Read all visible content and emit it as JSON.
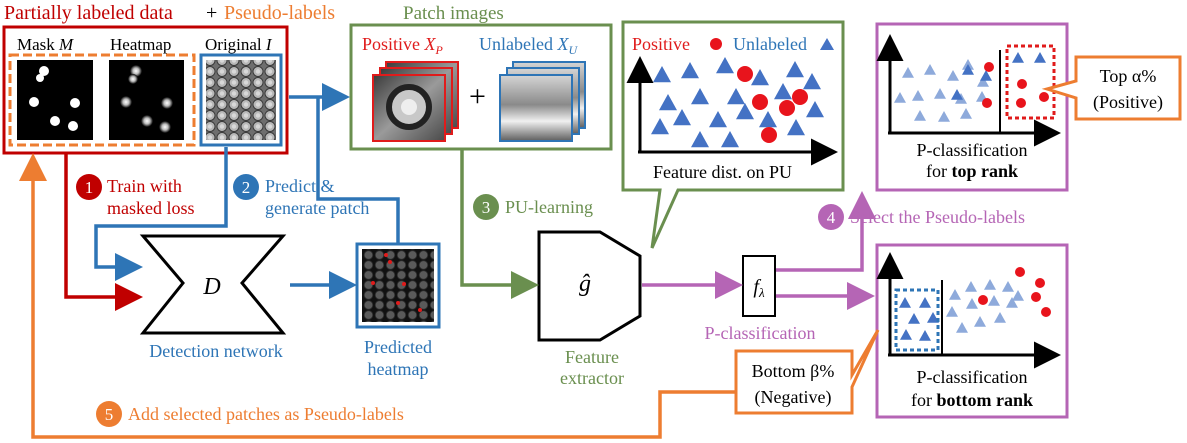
{
  "colors": {
    "red": "#c00000",
    "orange": "#ed7d31",
    "green": "#6a8f4f",
    "blue": "#2e75b6",
    "purple": "#b565b5",
    "tri_blue": "#4472c4",
    "tri_light": "#8eaadb",
    "dot_red": "#e8141c"
  },
  "header": {
    "partial_data": "Partially labeled data",
    "plus": "+",
    "pseudo_labels": "Pseudo-labels"
  },
  "inputs": {
    "mask_label": "Mask",
    "mask_sym": "M",
    "heatmap_label": "Heatmap",
    "original_label": "Original",
    "original_sym": "I"
  },
  "patches": {
    "title": "Patch images",
    "positive_label": "Positive",
    "positive_sym": "X",
    "positive_sub": "P",
    "unlabeled_label": "Unlabeled",
    "unlabeled_sym": "X",
    "unlabeled_sub": "U",
    "plus": "+"
  },
  "feature_dist": {
    "positive_label": "Positive",
    "unlabeled_label": "Unlabeled",
    "caption": "Feature dist. on PU"
  },
  "steps": [
    {
      "num": "1",
      "line1": "Train with",
      "line2": "masked loss"
    },
    {
      "num": "2",
      "line1": "Predict &",
      "line2": "generate patch"
    },
    {
      "num": "3",
      "line1": "PU-learning"
    },
    {
      "num": "4",
      "line1": "Select the Pseudo-labels"
    },
    {
      "num": "5",
      "line1": "Add selected patches as Pseudo-labels"
    }
  ],
  "detector": {
    "symbol": "D",
    "caption": "Detection network"
  },
  "predicted": {
    "line1": "Predicted",
    "line2": "heatmap"
  },
  "extractor": {
    "symbol": "ĝ",
    "line1": "Feature",
    "line2": "extractor"
  },
  "classifier": {
    "symbol": "f",
    "sub": "λ",
    "caption": "P-classification"
  },
  "top_panel": {
    "line1": "P-classification",
    "line2_prefix": "for ",
    "line2_bold": "top rank"
  },
  "bottom_panel": {
    "line1": "P-classification",
    "line2_prefix": "for ",
    "line2_bold": "bottom rank"
  },
  "top_callout": {
    "line1": "Top α%",
    "line2": "(Positive)"
  },
  "bottom_callout": {
    "line1": "Bottom β%",
    "line2": "(Negative)"
  }
}
